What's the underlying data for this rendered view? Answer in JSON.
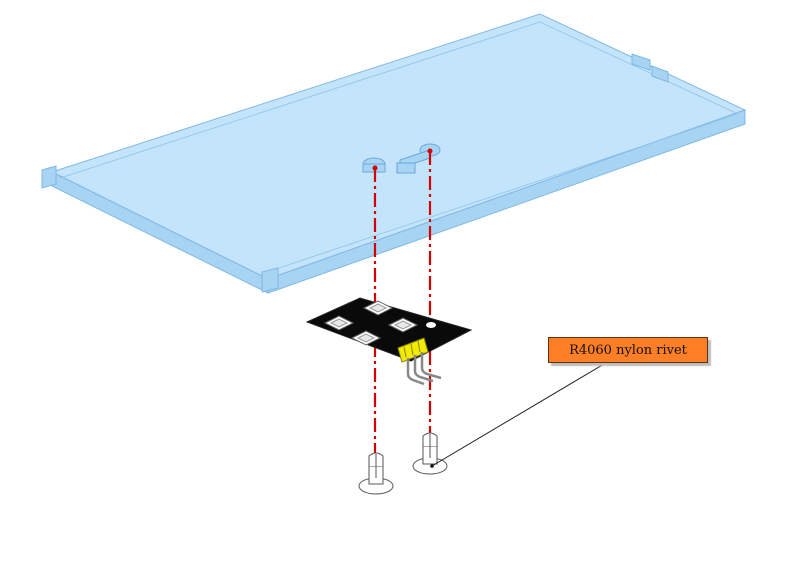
{
  "callout": {
    "label": "R4060 nylon rivet"
  },
  "colors": {
    "panel_fill": "#b9dffa",
    "panel_edge": "#7fb8e2",
    "centerline": "#d40000",
    "pcb": "#0a0a0a",
    "pins": "#f2ea00",
    "callout_fill": "#ff7f27",
    "leader": "#1a1a1a"
  },
  "icons": {
    "panel": "transparent-acrylic-plate",
    "module": "button-module-board",
    "fastener": "nylon-rivet"
  }
}
